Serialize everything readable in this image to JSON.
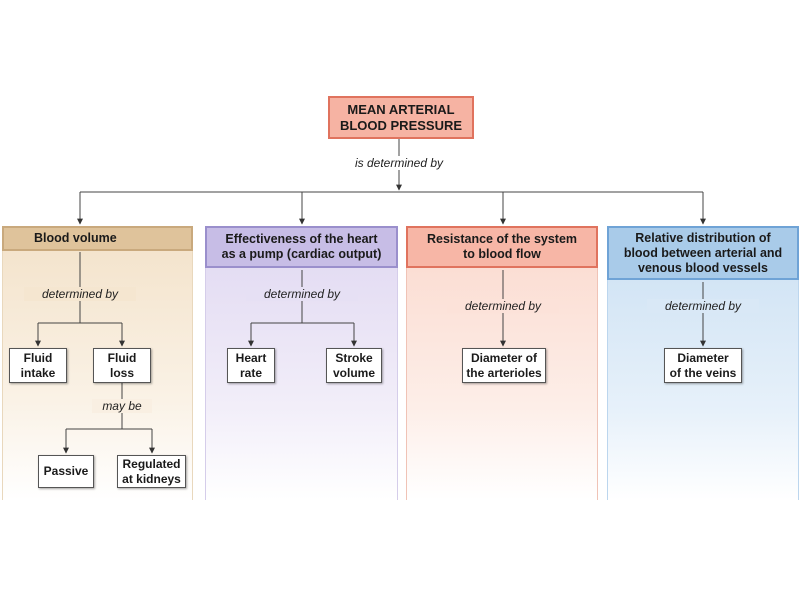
{
  "root": {
    "label": "MEAN ARTERIAL\nBLOOD PRESSURE"
  },
  "root_connector": "is determined by",
  "columns": [
    {
      "title": "Blood volume",
      "connector": "determined by",
      "items": [
        {
          "label": "Fluid\nintake"
        },
        {
          "label": "Fluid\nloss"
        }
      ],
      "sub_connector": "may be",
      "sub_items": [
        {
          "label": "Passive"
        },
        {
          "label": "Regulated\nat kidneys"
        }
      ]
    },
    {
      "title": "Effectiveness of the heart\nas a pump (cardiac output)",
      "connector": "determined by",
      "items": [
        {
          "label": "Heart\nrate"
        },
        {
          "label": "Stroke\nvolume"
        }
      ]
    },
    {
      "title": "Resistance of the system\nto blood flow",
      "connector": "determined by",
      "items": [
        {
          "label": "Diameter of\nthe arterioles"
        }
      ]
    },
    {
      "title": "Relative distribution of\nblood between arterial and\nvenous blood vessels",
      "connector": "determined by",
      "items": [
        {
          "label": "Diameter\nof the veins"
        }
      ]
    }
  ],
  "colors": {
    "root_fill": "#f6b3a3",
    "blood_volume": "#dfc39b",
    "cardiac_output": "#c7bde6",
    "resistance": "#f7b6a6",
    "distribution": "#a9cbe9"
  }
}
